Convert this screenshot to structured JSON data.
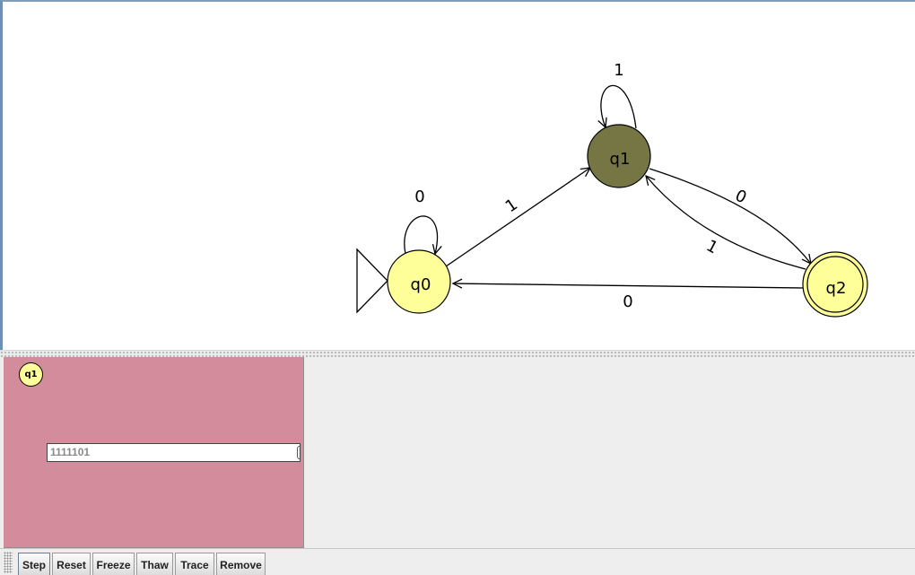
{
  "automaton": {
    "states": [
      {
        "id": "q0",
        "label": "q0",
        "initial": true,
        "final": false,
        "current": false
      },
      {
        "id": "q1",
        "label": "q1",
        "initial": false,
        "final": false,
        "current": true
      },
      {
        "id": "q2",
        "label": "q2",
        "initial": false,
        "final": true,
        "current": false
      }
    ],
    "transitions": [
      {
        "from": "q0",
        "to": "q0",
        "label": "0"
      },
      {
        "from": "q0",
        "to": "q1",
        "label": "1"
      },
      {
        "from": "q1",
        "to": "q1",
        "label": "1"
      },
      {
        "from": "q1",
        "to": "q2",
        "label": "0"
      },
      {
        "from": "q2",
        "to": "q1",
        "label": "1"
      },
      {
        "from": "q2",
        "to": "q0",
        "label": "0"
      }
    ]
  },
  "simulator": {
    "configuration": {
      "state": "q1",
      "input": "1111101"
    }
  },
  "toolbar": {
    "buttons": [
      "Step",
      "Reset",
      "Freeze",
      "Thaw",
      "Trace",
      "Remove"
    ]
  },
  "colors": {
    "state_fill": "#ffff99",
    "current_state_fill": "#767644",
    "config_background": "#d28c9b"
  }
}
